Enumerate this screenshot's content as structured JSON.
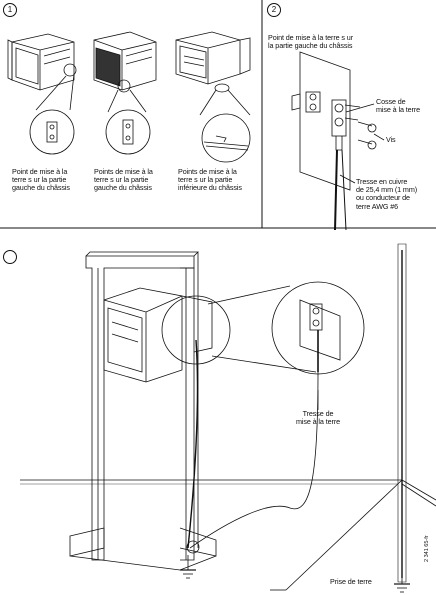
{
  "panel1": {
    "step": "1",
    "captions": [
      {
        "lines": [
          "Point de mise à la",
          "terre s ur la partie",
          "gauche du châssis"
        ]
      },
      {
        "lines": [
          "Points de mise à la",
          "terre s ur la partie",
          "gauche du châssis"
        ]
      },
      {
        "lines": [
          "Points de mise à la",
          "terre s ur la partie",
          "inférieure du châssis"
        ]
      }
    ]
  },
  "panel2": {
    "step": "2",
    "chassis_label": [
      "Point de mise à la terre s ur",
      "la partie gauche du châssis"
    ],
    "lug_label": [
      "Cosse de",
      "mise à la terre"
    ],
    "screw_label": [
      "Vis"
    ],
    "cable_label": [
      "Tresse en cuivre",
      "de 25,4 mm (1 mm)",
      "ou conducteur de",
      "terre AWG #6"
    ]
  },
  "panel3": {
    "step": "",
    "strap_label": [
      "Tresse de",
      "mise à la terre"
    ],
    "ground_label": "Prise de terre",
    "figure_id": "2 341 65-fr"
  }
}
